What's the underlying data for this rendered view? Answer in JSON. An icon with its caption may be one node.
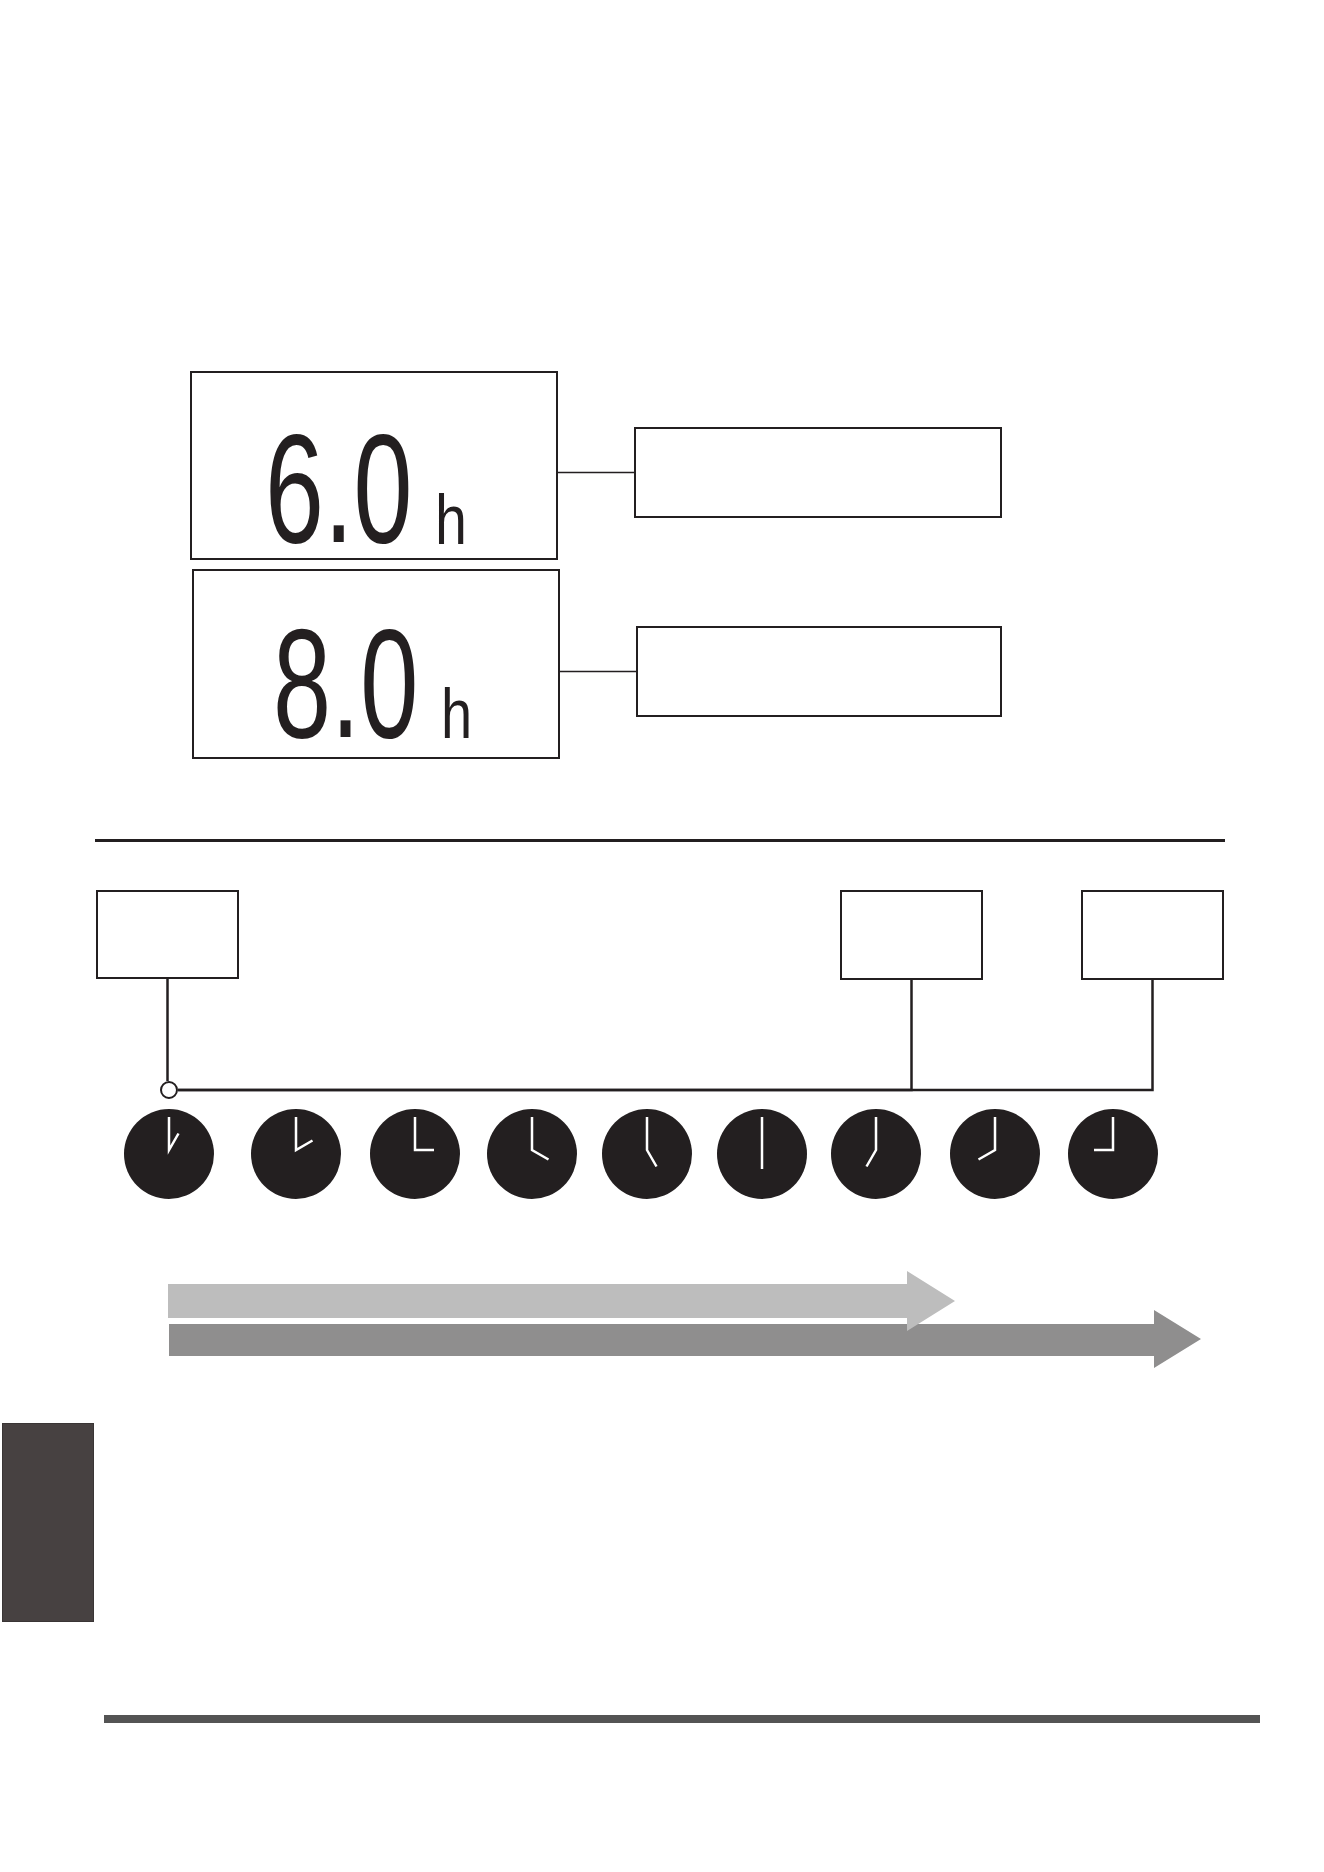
{
  "diagram": {
    "nodes": [
      {
        "text": [
          "6.0",
          "h"
        ]
      },
      {
        "text": [],
        "shape": "box"
      },
      {
        "text": [
          "8.0",
          "h"
        ]
      },
      {
        "text": [],
        "shape": "box"
      },
      {
        "text": [],
        "shape": "box"
      },
      {
        "text": [],
        "shape": "box"
      },
      {
        "text": [],
        "shape": "box"
      },
      {
        "text": [],
        "shape": "circle"
      },
      {
        "text": [],
        "shape": "box"
      }
    ],
    "edges": [
      {
        "from": 0,
        "to": 1,
        "arrow": "none"
      },
      {
        "from": 2,
        "to": 3,
        "arrow": "none"
      },
      {
        "from": 4,
        "to": 7,
        "arrow": "none"
      },
      {
        "from": 5,
        "to": 7,
        "arrow": "none"
      },
      {
        "from": 6,
        "to": 7,
        "arrow": "none"
      }
    ]
  }
}
